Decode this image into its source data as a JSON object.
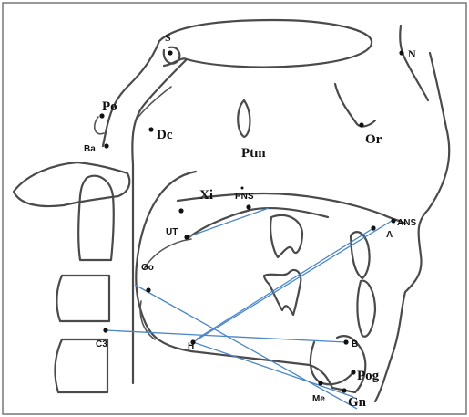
{
  "labels": {
    "S": "S",
    "N": "N",
    "Po": "Po",
    "Ba": "Ba",
    "Dc": "Dc",
    "Ptm": "Ptm",
    "Or": "Or",
    "Xi": "Xi",
    "PNS": "PNS",
    "ANS": "ANS",
    "A": "A",
    "UT": "UT",
    "Go": "Go",
    "C3": "C3",
    "H": "H",
    "B": "B",
    "Pog": "Pog",
    "Me": "Me",
    "Gn": "Gn"
  },
  "colors": {
    "outline": "#4a4a4a",
    "measurement_lines": "#4a86c8",
    "points": "#111111"
  }
}
